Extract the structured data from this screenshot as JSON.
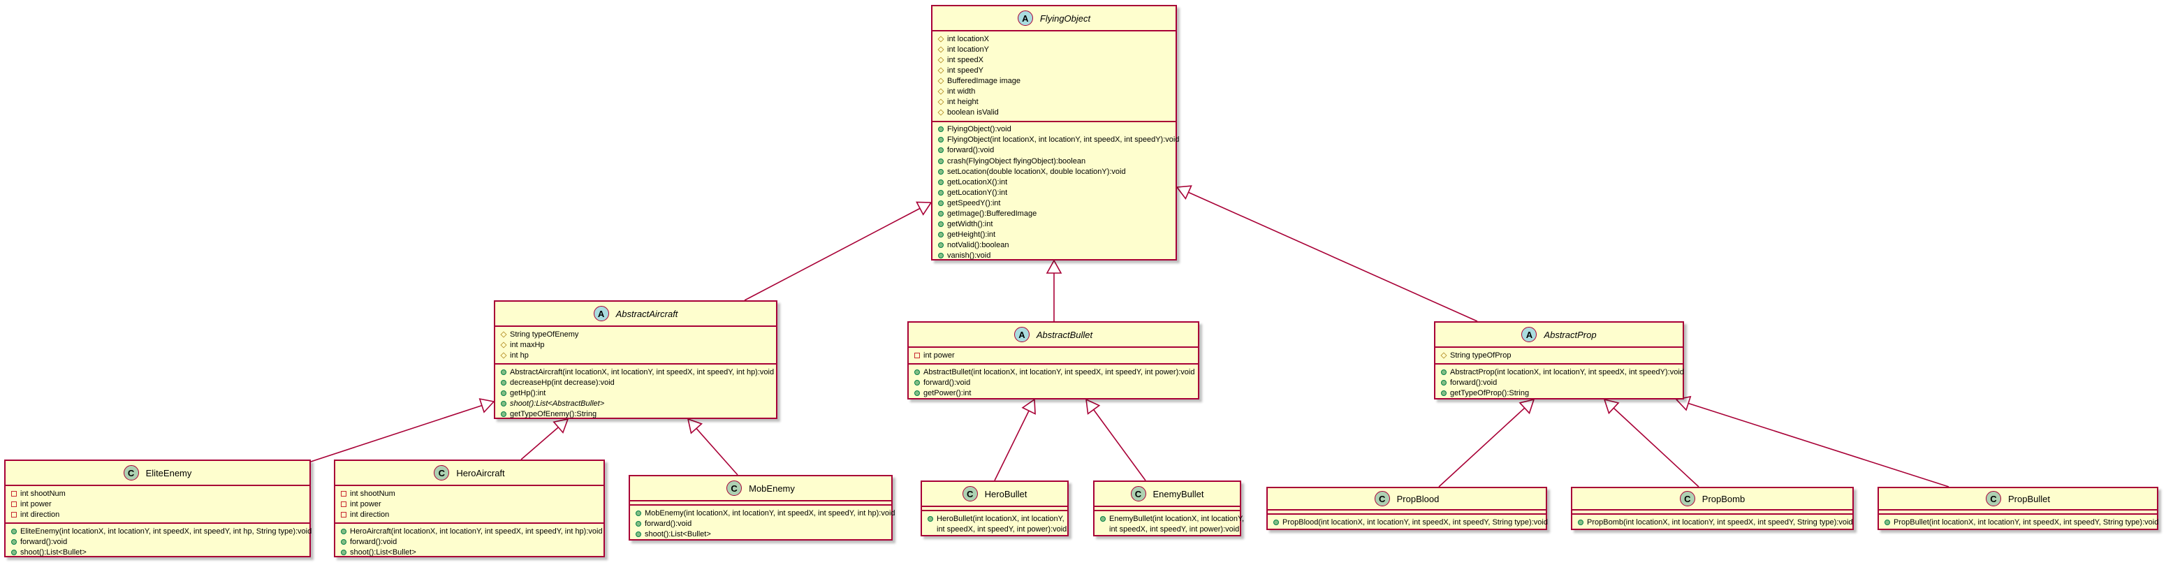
{
  "colors": {
    "border": "#a80036",
    "fill": "#fefece",
    "abstract_badge": "#a9dcdf",
    "class_badge": "#add1b2"
  },
  "classes": {
    "FlyingObject": {
      "name": "FlyingObject",
      "badge": "A",
      "kind": "abstract",
      "fields": [
        {
          "vis": "protected",
          "text": "int locationX"
        },
        {
          "vis": "protected",
          "text": "int locationY"
        },
        {
          "vis": "protected",
          "text": "int speedX"
        },
        {
          "vis": "protected",
          "text": "int speedY"
        },
        {
          "vis": "protected",
          "text": "BufferedImage image"
        },
        {
          "vis": "protected",
          "text": "int width"
        },
        {
          "vis": "protected",
          "text": "int height"
        },
        {
          "vis": "protected",
          "text": "boolean isValid"
        }
      ],
      "methods": [
        {
          "vis": "public",
          "text": "FlyingObject():void"
        },
        {
          "vis": "public",
          "text": "FlyingObject(int locationX, int locationY, int speedX, int speedY):void"
        },
        {
          "vis": "public",
          "text": "forward():void"
        },
        {
          "vis": "public",
          "text": "crash(FlyingObject flyingObject):boolean"
        },
        {
          "vis": "public",
          "text": "setLocation(double locationX, double locationY):void"
        },
        {
          "vis": "public",
          "text": "getLocationX():int"
        },
        {
          "vis": "public",
          "text": "getLocationY():int"
        },
        {
          "vis": "public",
          "text": "getSpeedY():int"
        },
        {
          "vis": "public",
          "text": "getImage():BufferedImage"
        },
        {
          "vis": "public",
          "text": "getWidth():int"
        },
        {
          "vis": "public",
          "text": "getHeight():int"
        },
        {
          "vis": "public",
          "text": "notValid():boolean"
        },
        {
          "vis": "public",
          "text": "vanish():void"
        }
      ]
    },
    "AbstractAircraft": {
      "name": "AbstractAircraft",
      "badge": "A",
      "kind": "abstract",
      "fields": [
        {
          "vis": "protected",
          "text": "String typeOfEnemy"
        },
        {
          "vis": "protected",
          "text": "int maxHp"
        },
        {
          "vis": "protected",
          "text": "int hp"
        }
      ],
      "methods": [
        {
          "vis": "public",
          "text": "AbstractAircraft(int locationX, int locationY, int speedX, int speedY, int hp):void"
        },
        {
          "vis": "public",
          "text": "decreaseHp(int decrease):void"
        },
        {
          "vis": "public",
          "text": "getHp():int"
        },
        {
          "vis": "public",
          "text": "shoot():List<AbstractBullet>",
          "italic": true
        },
        {
          "vis": "public",
          "text": "getTypeOfEnemy():String"
        }
      ]
    },
    "AbstractBullet": {
      "name": "AbstractBullet",
      "badge": "A",
      "kind": "abstract",
      "fields": [
        {
          "vis": "private",
          "text": "int power"
        }
      ],
      "methods": [
        {
          "vis": "public",
          "text": "AbstractBullet(int locationX, int locationY, int speedX, int speedY, int power):void"
        },
        {
          "vis": "public",
          "text": "forward():void"
        },
        {
          "vis": "public",
          "text": "getPower():int"
        }
      ]
    },
    "AbstractProp": {
      "name": "AbstractProp",
      "badge": "A",
      "kind": "abstract",
      "fields": [
        {
          "vis": "protected",
          "text": "String typeOfProp"
        }
      ],
      "methods": [
        {
          "vis": "public",
          "text": "AbstractProp(int locationX, int locationY, int speedX, int speedY):void"
        },
        {
          "vis": "public",
          "text": "forward():void"
        },
        {
          "vis": "public",
          "text": "getTypeOfProp():String"
        }
      ]
    },
    "EliteEnemy": {
      "name": "EliteEnemy",
      "badge": "C",
      "kind": "class",
      "fields": [
        {
          "vis": "private",
          "text": "int shootNum"
        },
        {
          "vis": "private",
          "text": "int power"
        },
        {
          "vis": "private",
          "text": "int direction"
        }
      ],
      "methods": [
        {
          "vis": "public",
          "text": "EliteEnemy(int locationX, int locationY, int speedX, int speedY, int hp, String type):void"
        },
        {
          "vis": "public",
          "text": "forward():void"
        },
        {
          "vis": "public",
          "text": "shoot():List<Bullet>"
        }
      ]
    },
    "HeroAircraft": {
      "name": "HeroAircraft",
      "badge": "C",
      "kind": "class",
      "fields": [
        {
          "vis": "private",
          "text": "int shootNum"
        },
        {
          "vis": "private",
          "text": "int power"
        },
        {
          "vis": "private",
          "text": "int direction"
        }
      ],
      "methods": [
        {
          "vis": "public",
          "text": "HeroAircraft(int locationX, int locationY, int speedX, int speedY, int hp):void"
        },
        {
          "vis": "public",
          "text": "forward():void"
        },
        {
          "vis": "public",
          "text": "shoot():List<Bullet>"
        }
      ]
    },
    "MobEnemy": {
      "name": "MobEnemy",
      "badge": "C",
      "kind": "class",
      "fields": [],
      "methods": [
        {
          "vis": "public",
          "text": "MobEnemy(int locationX, int locationY, int speedX, int speedY, int hp):void"
        },
        {
          "vis": "public",
          "text": "forward():void"
        },
        {
          "vis": "public",
          "text": "shoot():List<Bullet>"
        }
      ]
    },
    "HeroBullet": {
      "name": "HeroBullet",
      "badge": "C",
      "kind": "class",
      "fields": [],
      "methods": [
        {
          "vis": "public",
          "text": "HeroBullet(int locationX, int locationY,"
        },
        {
          "vis": "none",
          "text": "int speedX, int speedY, int power):void"
        }
      ]
    },
    "EnemyBullet": {
      "name": "EnemyBullet",
      "badge": "C",
      "kind": "class",
      "fields": [],
      "methods": [
        {
          "vis": "public",
          "text": "EnemyBullet(int locationX, int locationY,"
        },
        {
          "vis": "none",
          "text": "int speedX, int speedY, int power):void"
        }
      ]
    },
    "PropBlood": {
      "name": "PropBlood",
      "badge": "C",
      "kind": "class",
      "fields": [],
      "methods": [
        {
          "vis": "public",
          "text": "PropBlood(int locationX, int locationY, int speedX, int speedY, String type):void"
        }
      ]
    },
    "PropBomb": {
      "name": "PropBomb",
      "badge": "C",
      "kind": "class",
      "fields": [],
      "methods": [
        {
          "vis": "public",
          "text": "PropBomb(int locationX, int locationY, int speedX, int speedY, String type):void"
        }
      ]
    },
    "PropBullet": {
      "name": "PropBullet",
      "badge": "C",
      "kind": "class",
      "fields": [],
      "methods": [
        {
          "vis": "public",
          "text": "PropBullet(int locationX, int locationY, int speedX, int speedY, String type):void"
        }
      ]
    }
  },
  "relations": [
    {
      "from": "AbstractAircraft",
      "to": "FlyingObject",
      "type": "extends"
    },
    {
      "from": "AbstractBullet",
      "to": "FlyingObject",
      "type": "extends"
    },
    {
      "from": "AbstractProp",
      "to": "FlyingObject",
      "type": "extends"
    },
    {
      "from": "EliteEnemy",
      "to": "AbstractAircraft",
      "type": "extends"
    },
    {
      "from": "HeroAircraft",
      "to": "AbstractAircraft",
      "type": "extends"
    },
    {
      "from": "MobEnemy",
      "to": "AbstractAircraft",
      "type": "extends"
    },
    {
      "from": "HeroBullet",
      "to": "AbstractBullet",
      "type": "extends"
    },
    {
      "from": "EnemyBullet",
      "to": "AbstractBullet",
      "type": "extends"
    },
    {
      "from": "PropBlood",
      "to": "AbstractProp",
      "type": "extends"
    },
    {
      "from": "PropBomb",
      "to": "AbstractProp",
      "type": "extends"
    },
    {
      "from": "PropBullet",
      "to": "AbstractProp",
      "type": "extends"
    }
  ]
}
